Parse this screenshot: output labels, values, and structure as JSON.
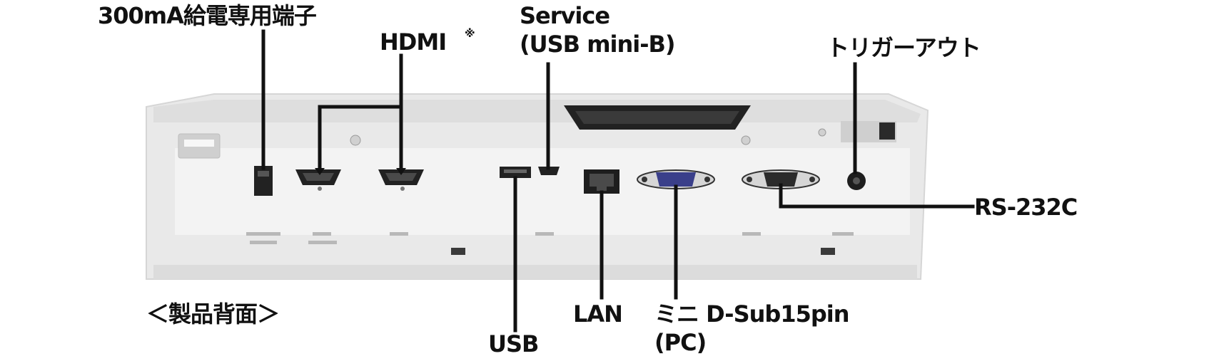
{
  "labels": {
    "power_300ma": "300mA給電専用端子",
    "hdmi": "HDMI",
    "hdmi_mark": "※",
    "service_line1": "Service",
    "service_line2": "(USB mini-B)",
    "trigger_out": "トリガーアウト",
    "rs232c": "RS-232C",
    "product_back": "＜製品背面＞",
    "usb": "USB",
    "lan": "LAN",
    "mini_dsub_line1": "ミニ D-Sub15pin",
    "mini_dsub_line2": "(PC)"
  },
  "colors": {
    "panel": "#e9e9e9",
    "panel_dark": "#d4d4d4",
    "line": "#111111",
    "port_dark": "#222222",
    "vga_blue": "#3a3f8a"
  },
  "icons": {
    "power_port": "usb-power-port-icon",
    "hdmi_port": "hdmi-port-icon",
    "usb_port": "usb-a-port-icon",
    "mini_usb_port": "mini-usb-port-icon",
    "lan_port": "rj45-port-icon",
    "vga_port": "dsub15-port-icon",
    "serial_port": "db9-port-icon",
    "trigger_jack": "trigger-jack-icon",
    "intake_vent": "vent-icon"
  }
}
